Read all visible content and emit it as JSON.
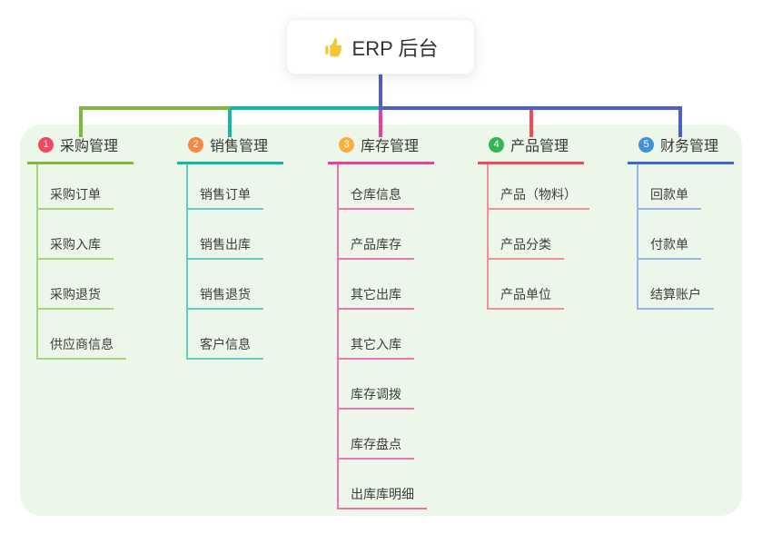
{
  "root": {
    "label": "ERP 后台",
    "icon": "thumbs-up-icon",
    "icon_color": "#f7c634"
  },
  "colors": {
    "page_bg": "#ffffff",
    "panel_bg": "#edf7e9",
    "root_card_bg": "#ffffff",
    "root_text": "#333333",
    "trunk_line": "#4c5ed0"
  },
  "connector": {
    "segments": [
      {
        "name": "left",
        "color": "#7cba3e"
      },
      {
        "name": "mid",
        "color": "#13b7a7"
      },
      {
        "name": "right",
        "color": "#4c5ed0"
      }
    ]
  },
  "branches": [
    {
      "badge": "1",
      "badge_color": "#f4465f",
      "label": "采购管理",
      "line_color": "#7cba3e",
      "drop_color": "#7cba3e",
      "child_line_color": "#a9d47e",
      "children": [
        "采购订单",
        "采购入库",
        "采购退货",
        "供应商信息"
      ]
    },
    {
      "badge": "2",
      "badge_color": "#f6883f",
      "label": "销售管理",
      "line_color": "#13b7a7",
      "drop_color": "#13b7a7",
      "child_line_color": "#66ccbf",
      "children": [
        "销售订单",
        "销售出库",
        "销售退货",
        "客户信息"
      ]
    },
    {
      "badge": "3",
      "badge_color": "#f8b03c",
      "label": "库存管理",
      "line_color": "#ea3f9e",
      "drop_color": "#ea3f9e",
      "child_line_color": "#ef72b2",
      "children": [
        "仓库信息",
        "产品库存",
        "其它出库",
        "其它入库",
        "库存调拨",
        "库存盘点",
        "出库库明细"
      ]
    },
    {
      "badge": "4",
      "badge_color": "#32b457",
      "label": "产品管理",
      "line_color": "#f4495b",
      "drop_color": "#f4495b",
      "child_line_color": "#f78f98",
      "children": [
        "产品（物料）",
        "产品分类",
        "产品单位"
      ]
    },
    {
      "badge": "5",
      "badge_color": "#3f93d9",
      "label": "财务管理",
      "line_color": "#3a68d8",
      "drop_color": "#4c5ed0",
      "child_line_color": "#96b5e9",
      "children": [
        "回款单",
        "付款单",
        "结算账户"
      ]
    }
  ]
}
